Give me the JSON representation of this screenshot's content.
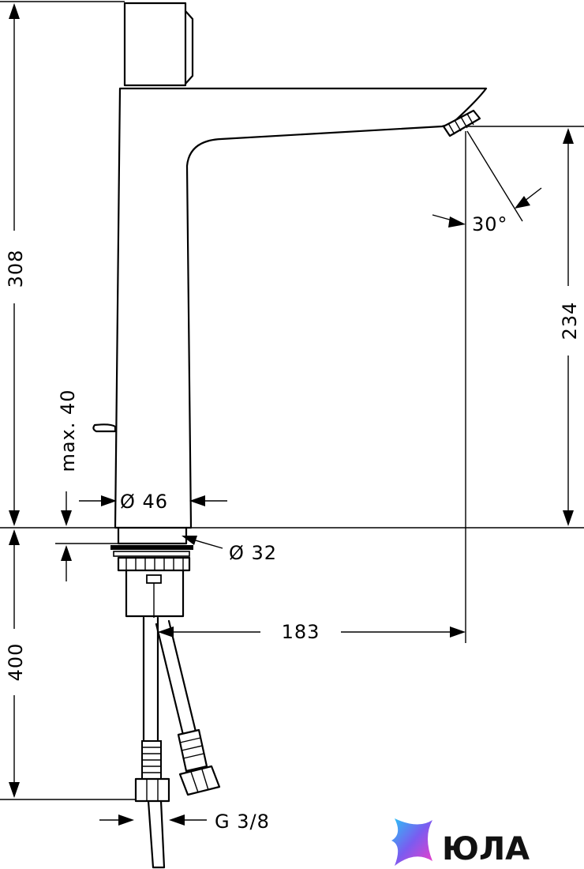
{
  "dimensions": {
    "total_height": "308",
    "spout_height": "234",
    "max_thickness": "max. 40",
    "body_diameter": "Ø 46",
    "shank_diameter": "Ø 32",
    "spout_reach": "183",
    "spray_angle": "30°",
    "hose_length": "400",
    "thread": "G 3/8"
  },
  "logo": {
    "text": "ЮЛА"
  },
  "colors": {
    "line": "#000000",
    "background": "#ffffff"
  }
}
